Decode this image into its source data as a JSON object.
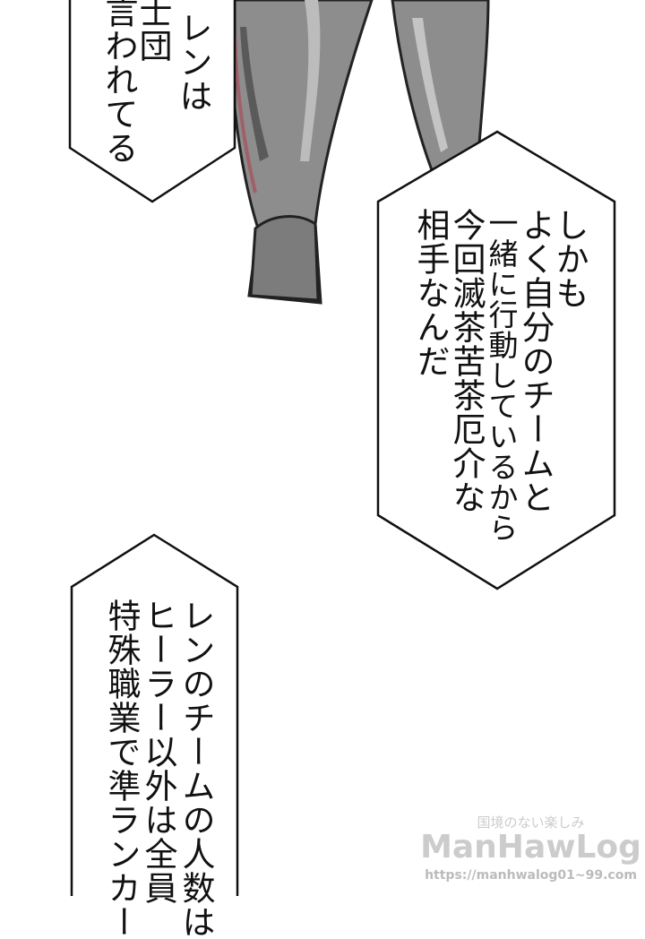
{
  "bubbles": [
    {
      "lines": [
        "レンは",
        "士団",
        "言われてる"
      ]
    },
    {
      "lines": [
        "しかも",
        "よく自分のチームと",
        "一緒に行動しているから",
        "今回滅茶苦茶厄介な",
        "相手なんだ"
      ]
    },
    {
      "lines": [
        "レンのチームの人数は",
        "ヒーラー以外は全員",
        "特殊職業で準ランカー"
      ]
    }
  ],
  "watermark": {
    "tagline": "国境のない楽しみ",
    "logo": "ManHawLog",
    "url": "https://manhwalog01~99.com"
  },
  "colors": {
    "leg": "#8a8a8a",
    "leg_shadow": "#6a6a6a",
    "skin_tint": "#b07a80"
  }
}
